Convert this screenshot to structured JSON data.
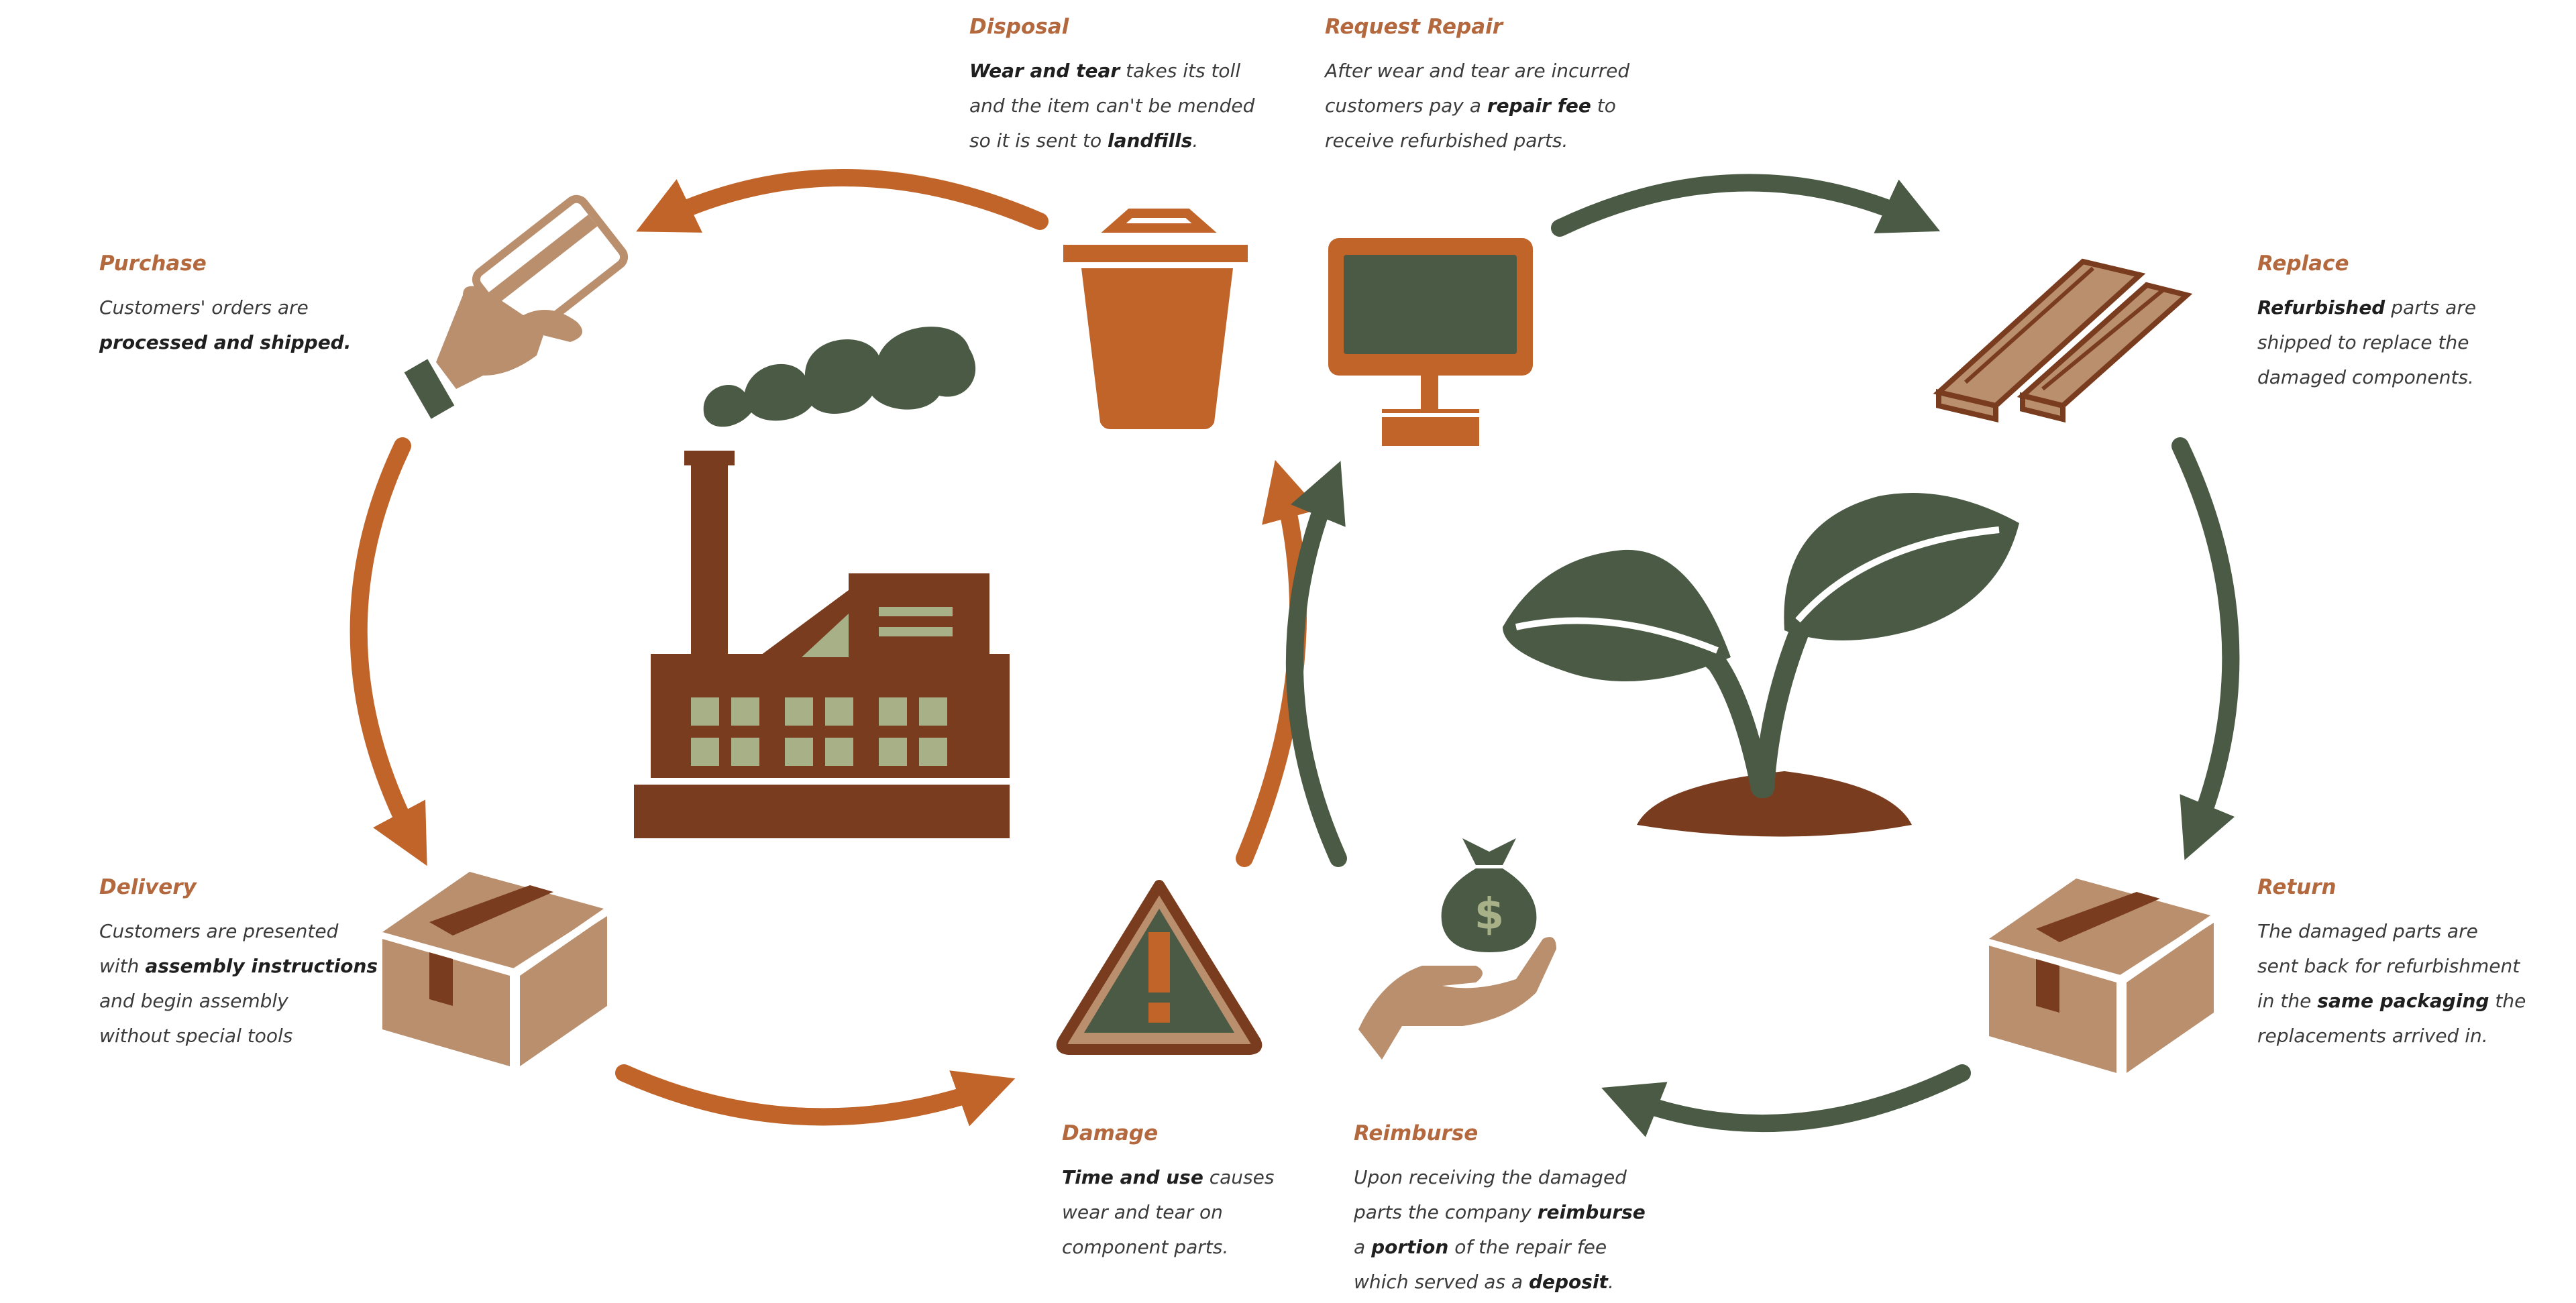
{
  "colors": {
    "orange": "#C0642A",
    "green": "#4A5A44",
    "brown": "#7A3C1E",
    "tan": "#B98F6E",
    "sage": "#A7B087",
    "heading": "#B3683E"
  },
  "icons": {
    "purchase": "credit-card-hand-icon",
    "disposal": "trash-can-icon",
    "request_repair": "computer-monitor-icon",
    "replace": "wood-planks-icon",
    "delivery": "cardboard-box-icon",
    "damage": "warning-triangle-icon",
    "reimburse": "money-bag-hand-icon",
    "return": "cardboard-box-icon",
    "factory": "factory-icon",
    "plant": "sprout-icon"
  },
  "steps": {
    "purchase": {
      "title": "Purchase",
      "body": [
        {
          "t": "Customers' orders are\n"
        },
        {
          "t": "processed and shipped.",
          "b": true
        }
      ]
    },
    "disposal": {
      "title": "Disposal",
      "body": [
        {
          "t": "Wear and tear",
          "b": true
        },
        {
          "t": " takes its toll\nand the item can't be mended\nso it is sent to "
        },
        {
          "t": "landfills",
          "b": true
        },
        {
          "t": "."
        }
      ]
    },
    "request_repair": {
      "title": "Request Repair",
      "body": [
        {
          "t": "After wear and tear are incurred\ncustomers pay a "
        },
        {
          "t": "repair fee",
          "b": true
        },
        {
          "t": " to\nreceive refurbished parts."
        }
      ]
    },
    "replace": {
      "title": "Replace",
      "body": [
        {
          "t": "Refurbished",
          "b": true
        },
        {
          "t": " parts are\nshipped to replace the\ndamaged components."
        }
      ]
    },
    "delivery": {
      "title": "Delivery",
      "body": [
        {
          "t": "Customers are presented\nwith "
        },
        {
          "t": "assembly instructions",
          "b": true
        },
        {
          "t": "\nand begin assembly\nwithout special tools"
        }
      ]
    },
    "damage": {
      "title": "Damage",
      "body": [
        {
          "t": "Time and use",
          "b": true
        },
        {
          "t": " causes\nwear and tear on\ncomponent parts."
        }
      ]
    },
    "reimburse": {
      "title": "Reimburse",
      "body": [
        {
          "t": "Upon receiving the damaged\nparts the company "
        },
        {
          "t": "reimburse",
          "b": true
        },
        {
          "t": "\na "
        },
        {
          "t": "portion",
          "b": true
        },
        {
          "t": " of the repair fee\nwhich served as a "
        },
        {
          "t": "deposit",
          "b": true
        },
        {
          "t": "."
        }
      ]
    },
    "return": {
      "title": "Return",
      "body": [
        {
          "t": "The damaged parts are\nsent back for refurbishment\nin the "
        },
        {
          "t": "same packaging",
          "b": true
        },
        {
          "t": " the\nreplacements arrived in."
        }
      ]
    }
  }
}
